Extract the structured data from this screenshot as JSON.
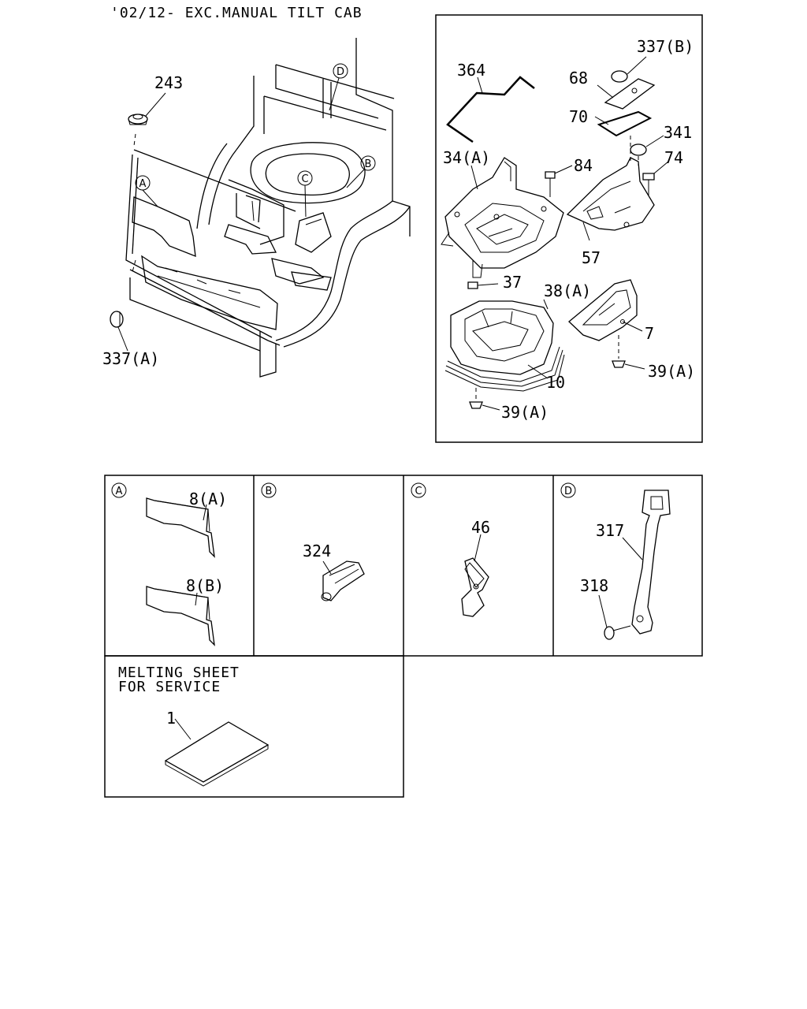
{
  "header": {
    "title": "'02/12- EXC.MANUAL TILT CAB"
  },
  "main_view": {
    "callouts": {
      "a": "A",
      "b": "B",
      "c": "C",
      "d": "D"
    },
    "parts": {
      "p243": "243",
      "p337a": "337(A)"
    }
  },
  "detail_box": {
    "parts": {
      "p364": "364",
      "p337b": "337(B)",
      "p68": "68",
      "p70": "70",
      "p341": "341",
      "p74": "74",
      "p34a": "34(A)",
      "p84": "84",
      "p57": "57",
      "p37": "37",
      "p38a": "38(A)",
      "p7": "7",
      "p39a_right": "39(A)",
      "p10": "10",
      "p39a_bottom": "39(A)"
    }
  },
  "panels": {
    "a": {
      "letter": "A",
      "parts": {
        "p8a": "8(A)",
        "p8b": "8(B)"
      }
    },
    "b": {
      "letter": "B",
      "parts": {
        "p324": "324"
      }
    },
    "c": {
      "letter": "C",
      "parts": {
        "p46": "46"
      }
    },
    "d": {
      "letter": "D",
      "parts": {
        "p317": "317",
        "p318": "318"
      }
    },
    "melting": {
      "line1": "MELTING SHEET",
      "line2": "FOR SERVICE",
      "parts": {
        "p1": "1"
      }
    }
  }
}
